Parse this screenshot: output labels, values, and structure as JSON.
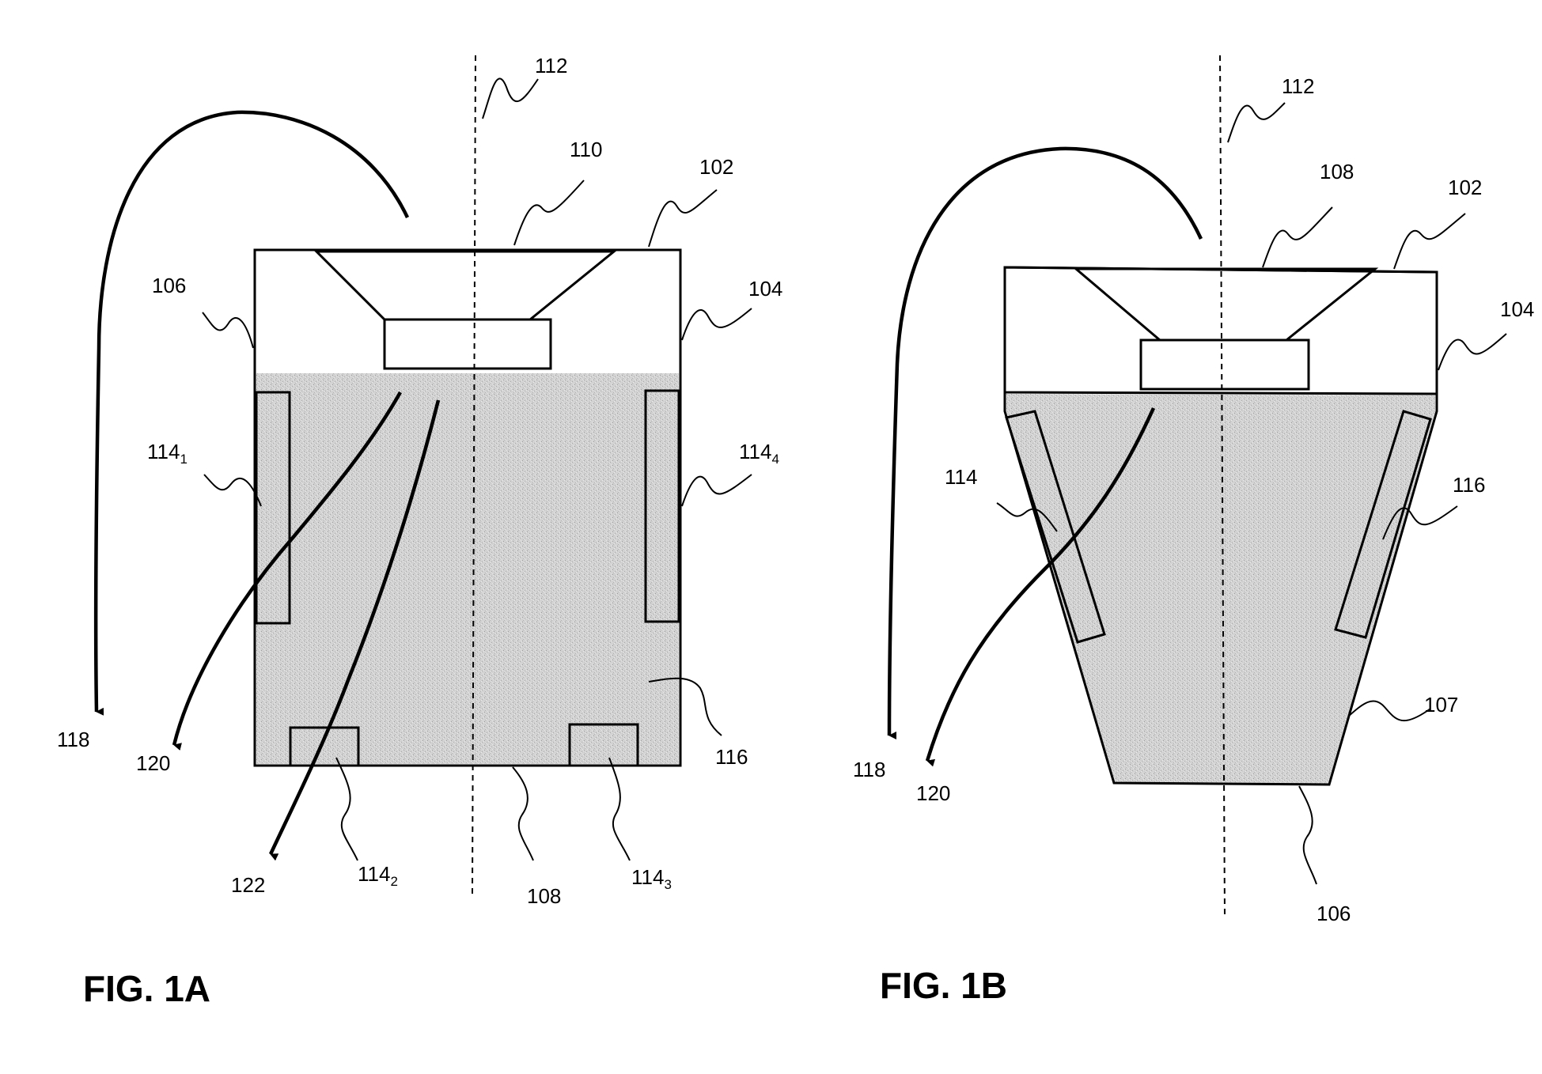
{
  "figures": [
    {
      "caption": "FIG. 1A",
      "labels": {
        "l112": "112",
        "l110": "110",
        "l102": "102",
        "l106": "106",
        "l104": "104",
        "l114_1": "114",
        "l114_1_sub": "1",
        "l114_4": "114",
        "l114_4_sub": "4",
        "l116": "116",
        "l118": "118",
        "l120": "120",
        "l122": "122",
        "l114_2": "114",
        "l114_2_sub": "2",
        "l108": "108",
        "l114_3": "114",
        "l114_3_sub": "3"
      }
    },
    {
      "caption": "FIG. 1B",
      "labels": {
        "l112": "112",
        "l108": "108",
        "l102": "102",
        "l104": "104",
        "l114": "114",
        "l116": "116",
        "l107": "107",
        "l118": "118",
        "l120": "120",
        "l106": "106"
      }
    }
  ],
  "colors": {
    "fill": "#cfcfcf",
    "stroke": "#000000"
  }
}
